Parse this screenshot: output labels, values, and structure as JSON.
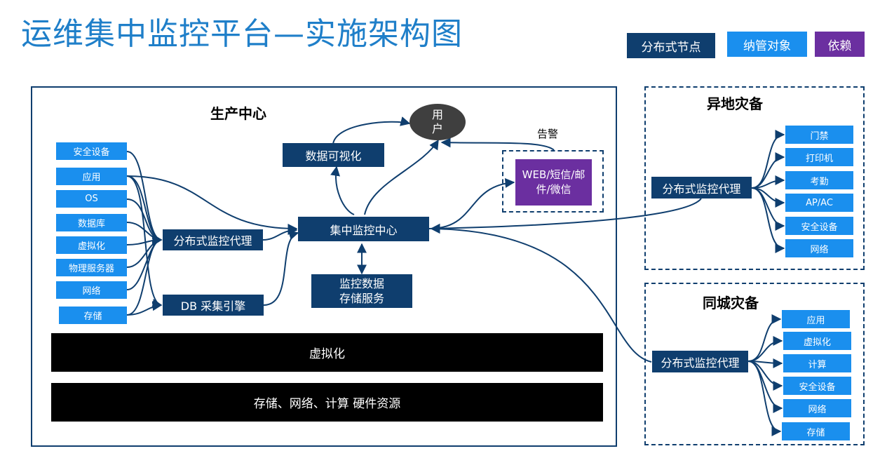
{
  "title": "运维集中监控平台—实施架构图",
  "legend": {
    "distributed_node": "分布式节点",
    "managed_object": "纳管对象",
    "dependency": "依赖"
  },
  "production": {
    "label": "生产中心",
    "sources": [
      "安全设备",
      "应用",
      "OS",
      "数据库",
      "虚拟化",
      "物理服务器",
      "网络",
      "存储"
    ],
    "agent": "分布式监控代理",
    "db_engine": "DB 采集引擎",
    "center": "集中监控中心",
    "visualization": "数据可视化",
    "user": "用户",
    "alert_label": "告警",
    "alert_channels": "WEB/短信/邮件/微信",
    "storage_service": "监控数据存储服务",
    "virtualization_bar": "虚拟化",
    "hardware_bar": "存储、网络、计算 硬件资源"
  },
  "remote_dr": {
    "label": "异地灾备",
    "agent": "分布式监控代理",
    "items": [
      "门禁",
      "打印机",
      "考勤",
      "AP/AC",
      "安全设备",
      "网络"
    ]
  },
  "local_dr": {
    "label": "同城灾备",
    "agent": "分布式监控代理",
    "items": [
      "应用",
      "虚拟化",
      "计算",
      "安全设备",
      "网络",
      "存储"
    ]
  },
  "colors": {
    "distributed_node": "#0f3e6e",
    "managed_object": "#1a8fee",
    "dependency": "#6b2fa0",
    "title": "#1f7fc9"
  }
}
